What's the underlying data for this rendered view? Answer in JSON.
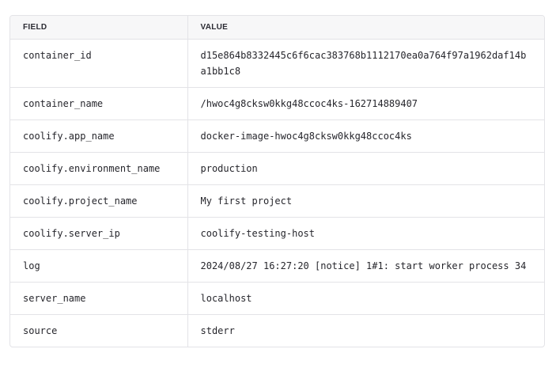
{
  "table": {
    "headers": {
      "field": "FIELD",
      "value": "VALUE"
    },
    "rows": [
      {
        "field": "container_id",
        "value": "d15e864b8332445c6f6cac383768b1112170ea0a764f97a1962daf14ba1bb1c8"
      },
      {
        "field": "container_name",
        "value": "/hwoc4g8cksw0kkg48ccoc4ks-162714889407"
      },
      {
        "field": "coolify.app_name",
        "value": "docker-image-hwoc4g8cksw0kkg48ccoc4ks"
      },
      {
        "field": "coolify.environment_name",
        "value": "production"
      },
      {
        "field": "coolify.project_name",
        "value": "My first project"
      },
      {
        "field": "coolify.server_ip",
        "value": "coolify-testing-host"
      },
      {
        "field": "log",
        "value": "2024/08/27 16:27:20 [notice] 1#1: start worker process 34"
      },
      {
        "field": "server_name",
        "value": "localhost"
      },
      {
        "field": "source",
        "value": "stderr"
      }
    ]
  }
}
